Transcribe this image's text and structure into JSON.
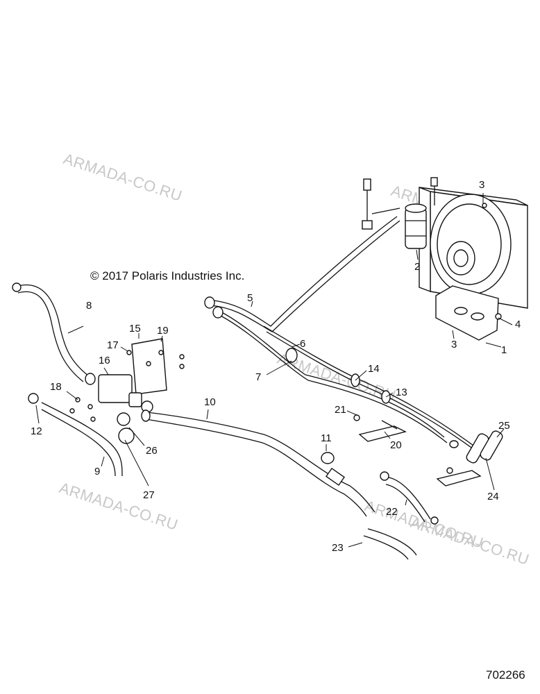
{
  "copyright": "© 2017 Polaris Industries Inc.",
  "document_number": "702266",
  "watermarks": [
    "ARMADA-CO.RU",
    "ARMADA-CO.RU",
    "ARMADA-CO.RU",
    "ARMADA-CO.RU",
    "ARMADA-CO.RU",
    "ARMADA-CO.RU"
  ],
  "callouts": [
    "1",
    "2",
    "3",
    "3",
    "4",
    "5",
    "6",
    "7",
    "8",
    "9",
    "10",
    "11",
    "12",
    "13",
    "14",
    "15",
    "16",
    "17",
    "18",
    "19",
    "20",
    "21",
    "22",
    "23",
    "24",
    "25",
    "26",
    "27"
  ]
}
